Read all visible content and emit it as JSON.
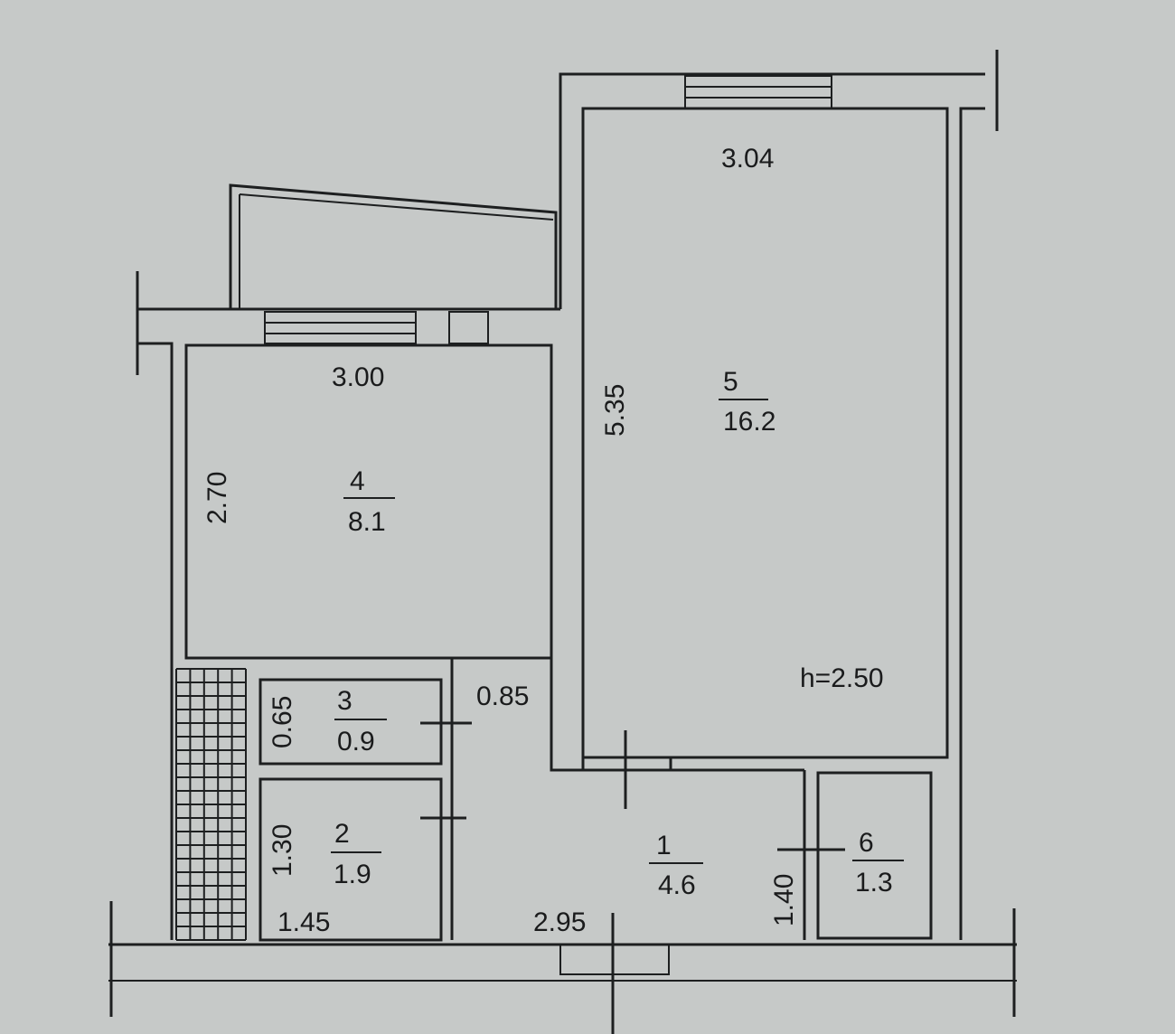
{
  "rooms": [
    {
      "number": "5",
      "area": "16.2",
      "width": "3.04",
      "length": "5.35"
    },
    {
      "number": "4",
      "area": "8.1",
      "width": "3.00",
      "length": "2.70"
    },
    {
      "number": "3",
      "area": "0.9",
      "length": "0.65"
    },
    {
      "number": "2",
      "area": "1.9",
      "width": "1.45",
      "length": "1.30"
    },
    {
      "number": "1",
      "area": "4.6",
      "width": "2.95",
      "corridor": "0.85"
    },
    {
      "number": "6",
      "area": "1.3",
      "length": "1.40"
    }
  ],
  "ceiling_height": "h=2.50",
  "colors": {
    "paper": "#c6c9c8",
    "ink": "#1d1f20"
  }
}
